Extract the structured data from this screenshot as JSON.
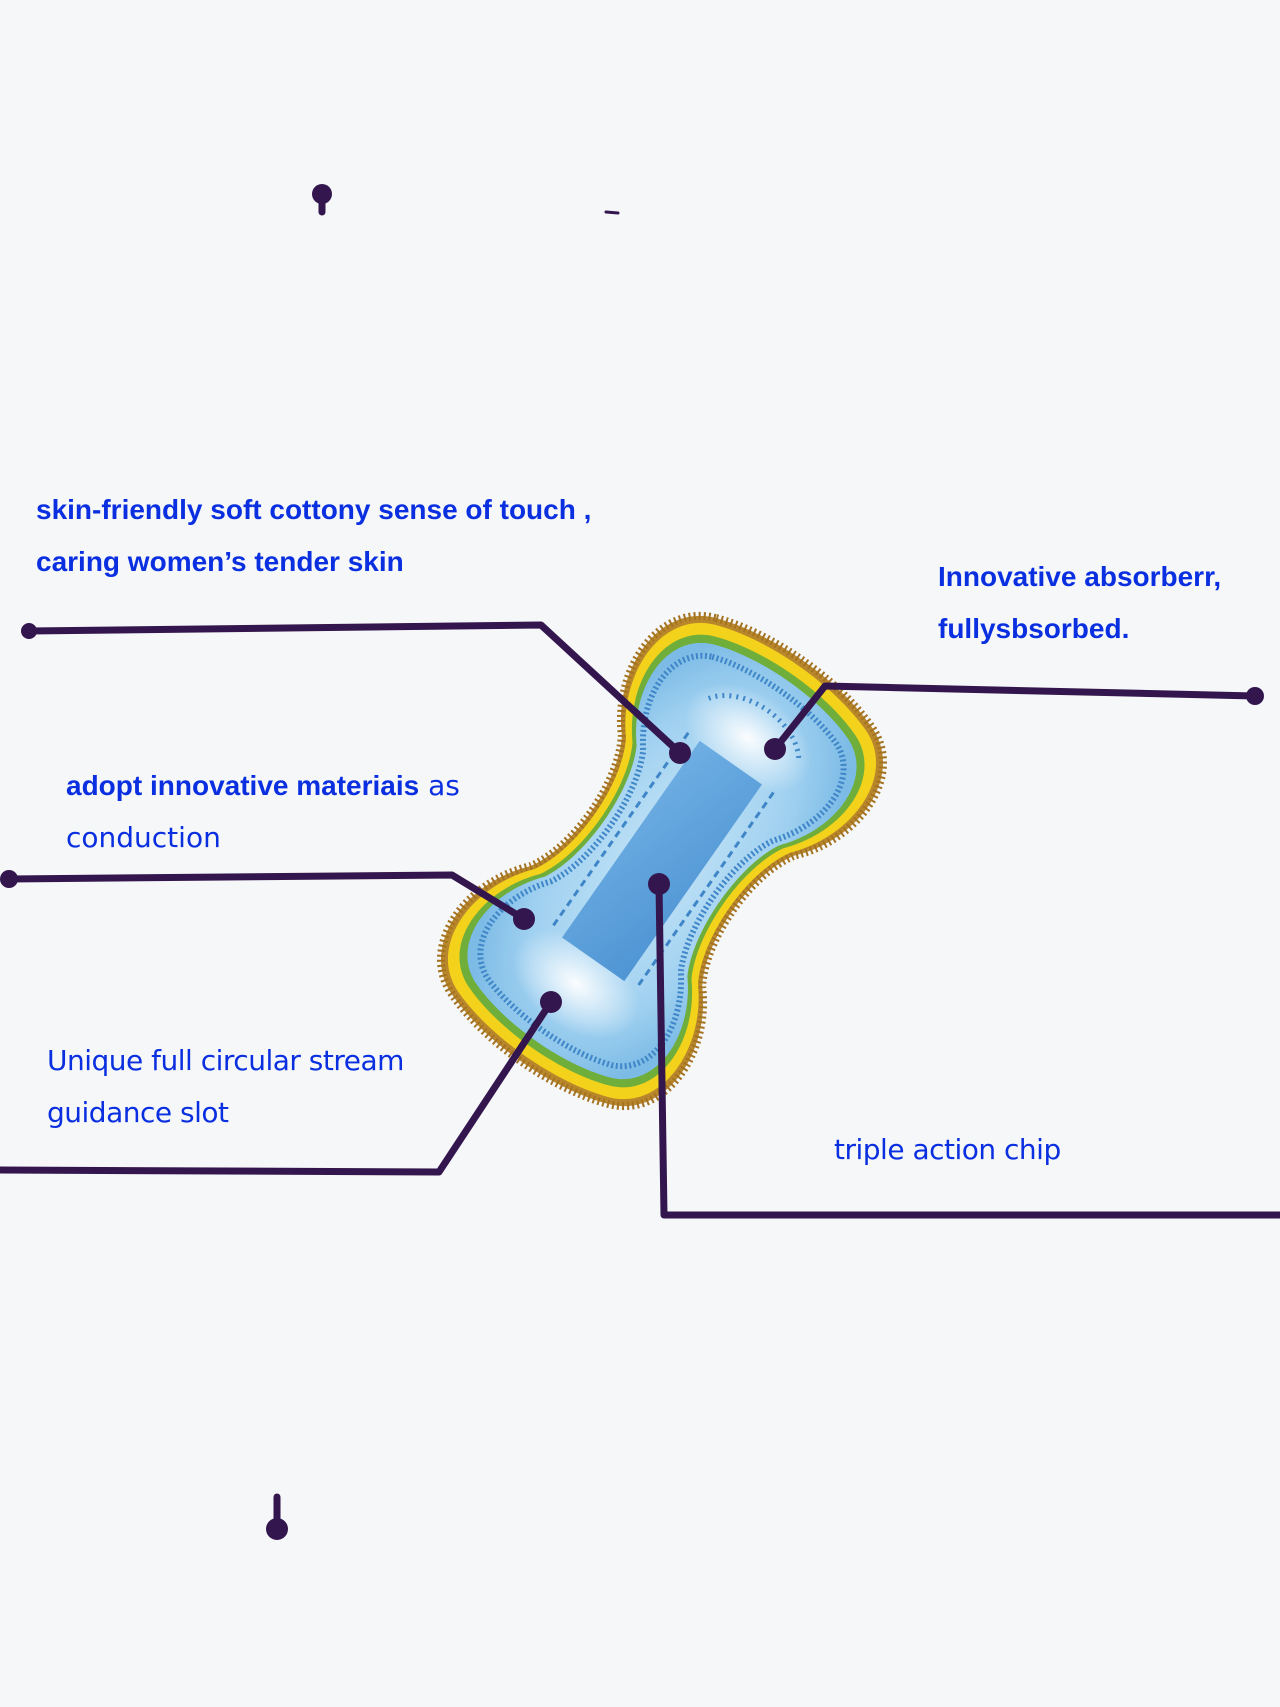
{
  "background": "#f6f7f9",
  "colors": {
    "label_text": "#0a2fe0",
    "leader_line": "#33164d",
    "pad_outer_yellow": "#f3d21c",
    "pad_green_edge": "#6fae3a",
    "pad_light_blue": "#a9d7f2",
    "pad_mid_blue": "#7fb9e6",
    "pad_core_blue": "#5b9fd9",
    "pad_white_zone": "#e8f3fa"
  },
  "diagram": {
    "subject": "sanitary pad",
    "callouts": [
      {
        "id": "skin-friendly",
        "lines": [
          "skin-friendly soft cottony sense of touch ,",
          "caring women’s tender skin"
        ]
      },
      {
        "id": "absorber",
        "lines": [
          "Innovative absorberr,",
          "fullysbsorbed."
        ]
      },
      {
        "id": "materials",
        "lines_mixed": [
          [
            "adopt innovative materiais",
            " as"
          ],
          [
            "conduction"
          ]
        ]
      },
      {
        "id": "stream-slot",
        "lines": [
          "Unique full circular stream",
          "guidance slot"
        ]
      },
      {
        "id": "chip",
        "lines": [
          "triple action chip"
        ]
      }
    ]
  }
}
